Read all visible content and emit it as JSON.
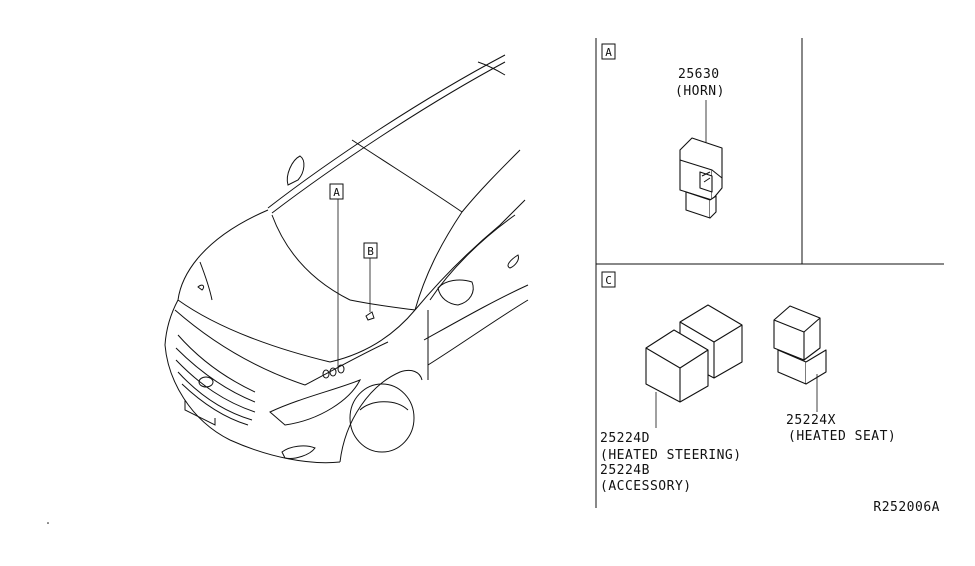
{
  "callouts": {
    "a": "A",
    "b": "B",
    "c": "C"
  },
  "parts": {
    "horn": {
      "number": "25630",
      "name": "(HORN)"
    },
    "heated_steering": {
      "number": "25224D",
      "name": "(HEATED STEERING)"
    },
    "accessory": {
      "number": "25224B",
      "name": "(ACCESSORY)"
    },
    "heated_seat": {
      "number": "25224X",
      "name": "(HEATED SEAT)"
    }
  },
  "diagram_id": "R252006A"
}
